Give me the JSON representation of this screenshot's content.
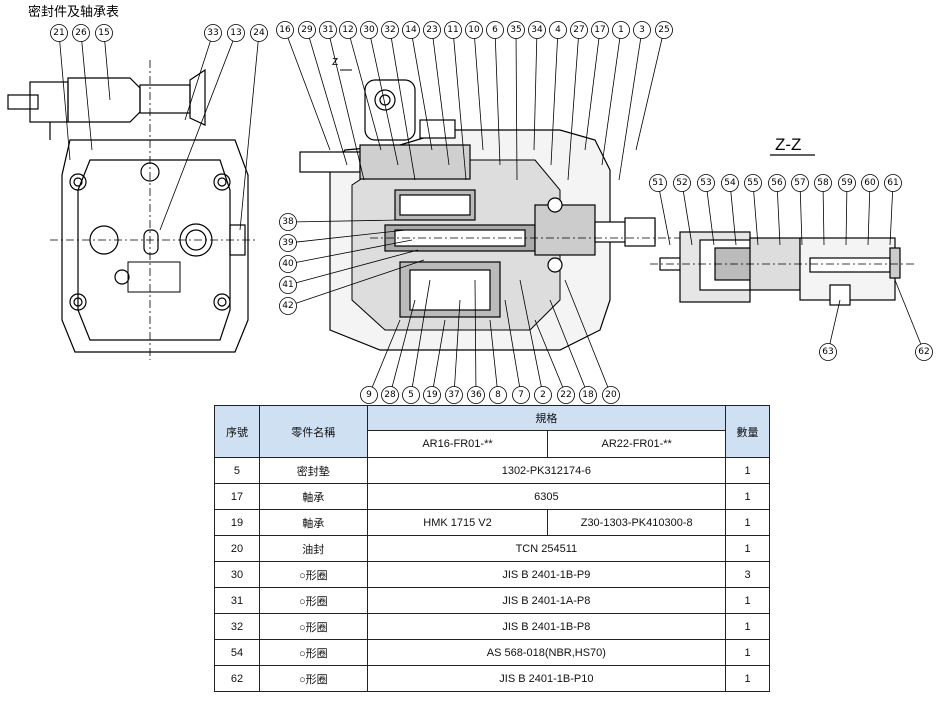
{
  "title": "密封件及轴承表",
  "view_label": "Z-Z",
  "section_marker": "Z",
  "callouts_top_left": [
    "21",
    "26",
    "15",
    "33",
    "13",
    "24"
  ],
  "callouts_top_mid": [
    "16",
    "29",
    "31",
    "12",
    "30",
    "32",
    "14",
    "23",
    "11",
    "10",
    "6",
    "35",
    "34",
    "4",
    "27",
    "17",
    "1",
    "3",
    "25"
  ],
  "callouts_left_mid": [
    "38",
    "39",
    "40",
    "41",
    "42"
  ],
  "callouts_bottom_mid": [
    "9",
    "28",
    "5",
    "19",
    "37",
    "36",
    "8",
    "7",
    "2",
    "22",
    "18",
    "20"
  ],
  "callouts_right": [
    "51",
    "52",
    "53",
    "54",
    "55",
    "56",
    "57",
    "58",
    "59",
    "60",
    "61"
  ],
  "callouts_right_bottom": [
    "63",
    "62"
  ],
  "table": {
    "headers": {
      "seq": "序號",
      "part_name": "零件名稱",
      "spec": "規格",
      "qty": "數量",
      "spec_a": "AR16-FR01-**",
      "spec_b": "AR22-FR01-**"
    },
    "rows": [
      {
        "seq": "5",
        "name": "密封墊",
        "spec": "1302-PK312174-6",
        "qty": "1"
      },
      {
        "seq": "17",
        "name": "軸承",
        "spec": "6305",
        "qty": "1"
      },
      {
        "seq": "19",
        "name": "軸承",
        "spec_a": "HMK 1715 V2",
        "spec_b": "Z30-1303-PK410300-8",
        "qty": "1"
      },
      {
        "seq": "20",
        "name": "油封",
        "spec": "TCN 254511",
        "qty": "1"
      },
      {
        "seq": "30",
        "name": "○形圈",
        "spec": "JIS B 2401-1B-P9",
        "qty": "3"
      },
      {
        "seq": "31",
        "name": "○形圈",
        "spec": "JIS B 2401-1A-P8",
        "qty": "1"
      },
      {
        "seq": "32",
        "name": "○形圈",
        "spec": "JIS B 2401-1B-P8",
        "qty": "1"
      },
      {
        "seq": "54",
        "name": "○形圈",
        "spec": "AS 568-018(NBR,HS70)",
        "qty": "1"
      },
      {
        "seq": "62",
        "name": "○形圈",
        "spec": "JIS B 2401-1B-P10",
        "qty": "1"
      }
    ]
  }
}
